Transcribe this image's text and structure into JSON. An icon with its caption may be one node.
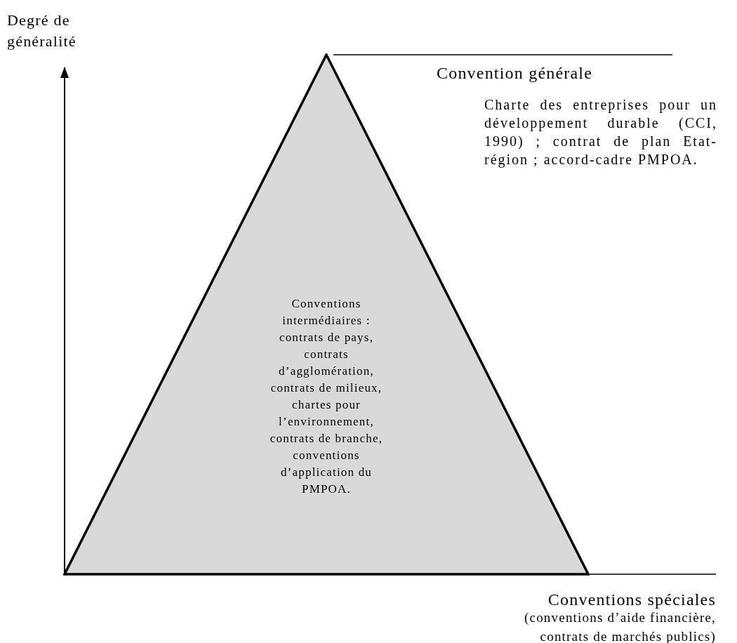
{
  "diagram": {
    "nodes": [
      {
        "text": [
          "Conventions intermédiaires : contrats de pays, contrats d’agglomération, contrats de milieux, chartes pour l’environnement, contrats de branche, conventions d’application du PMPOA."
        ]
      }
    ],
    "edges": [],
    "labels": [
      "Degré de généralité",
      "Convention générale",
      "Charte des entreprises pour un développement durable (CCI, 1990) ; contrat de plan Etat-région ; accord-cadre PMPOA.",
      "Conventions spéciales",
      "(conventions d’aide financière, contrats de marchés publics)"
    ]
  }
}
